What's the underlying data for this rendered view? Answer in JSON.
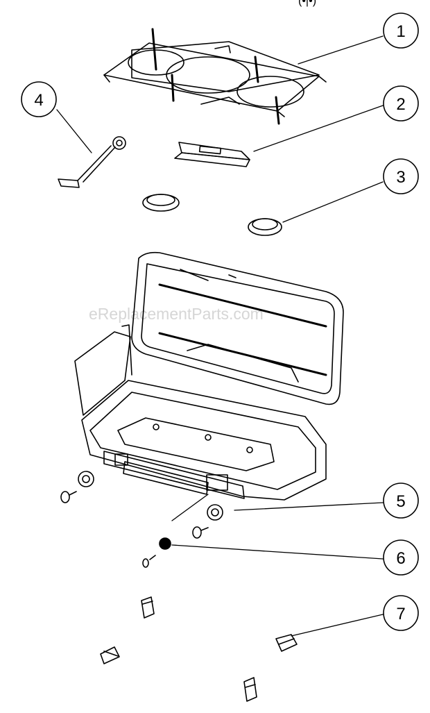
{
  "header_fragment": "(•|•)",
  "watermark": "eReplacementParts.com",
  "callouts": [
    {
      "number": "1"
    },
    {
      "number": "2"
    },
    {
      "number": "3"
    },
    {
      "number": "4"
    },
    {
      "number": "5"
    },
    {
      "number": "6"
    },
    {
      "number": "7"
    }
  ]
}
